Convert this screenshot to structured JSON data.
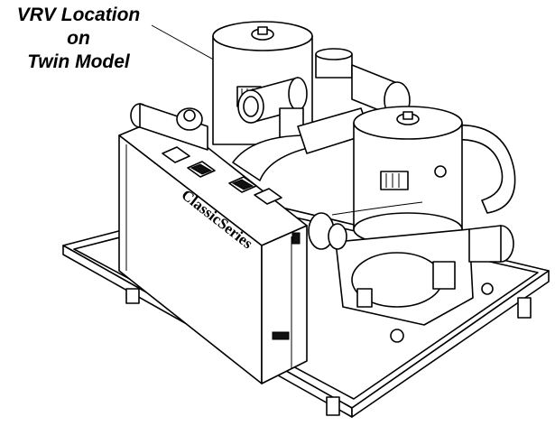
{
  "callout": {
    "line1": "VRV Location",
    "line2": "on",
    "line3": "Twin Model"
  },
  "unit": {
    "brand_label": "ClassicSeries"
  }
}
